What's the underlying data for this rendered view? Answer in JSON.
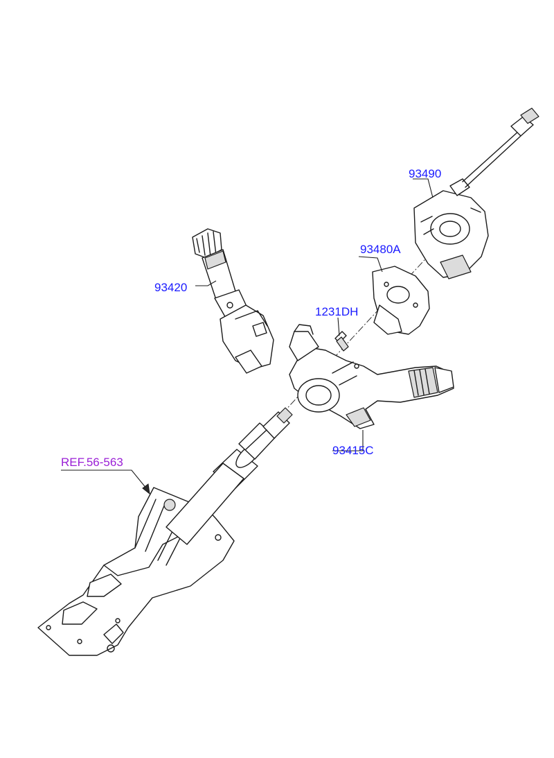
{
  "labels": {
    "clock_spring": "93490",
    "plate": "93480A",
    "bolt": "1231DH",
    "left_switch": "93420",
    "right_switch": "93415C",
    "reference": "REF.56-563"
  },
  "colors": {
    "part_label": "#1a1aff",
    "reference_label": "#9a1fd6",
    "line": "#1a1a1a"
  }
}
